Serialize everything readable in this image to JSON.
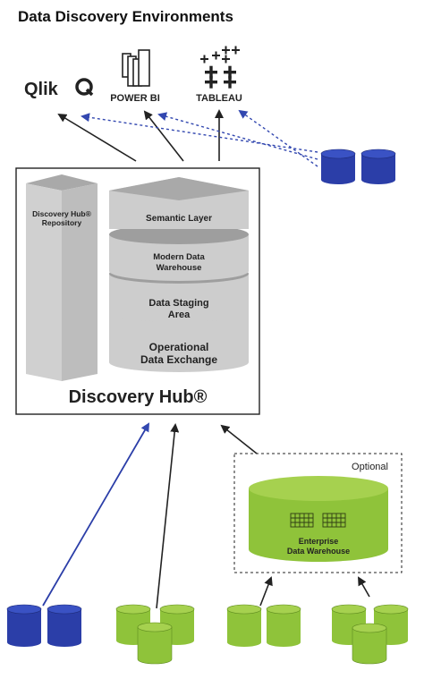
{
  "title": "Data Discovery Environments",
  "tools": {
    "qlik": "Qlik",
    "powerbi": "POWER BI",
    "tableau": "TABLEAU"
  },
  "hub": {
    "name": "Discovery Hub®",
    "repository": [
      "Discovery Hub®",
      "Repository"
    ],
    "layers": {
      "semantic": [
        "Semantic Layer"
      ],
      "mdw": [
        "Modern Data",
        "Warehouse"
      ],
      "staging": [
        "Data Staging",
        "Area"
      ],
      "ode": [
        "Operational",
        "Data Exchange"
      ]
    }
  },
  "optional": {
    "label": "Optional",
    "edw": [
      "Enterprise",
      "Data Warehouse"
    ]
  },
  "colors": {
    "blue_db": "#2b3ea8",
    "green_db": "#8fc33a",
    "gray_layer": "#c9c9c9",
    "dashed_arrow": "#3348b0"
  }
}
